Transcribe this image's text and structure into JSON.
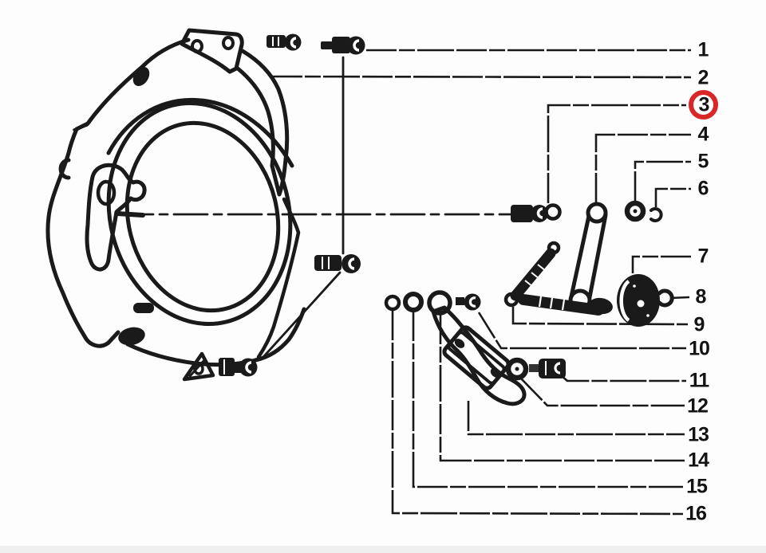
{
  "document": {
    "type": "exploded-parts-diagram",
    "description": "scanned engine side-cover exploded view with numbered callouts"
  },
  "colors": {
    "paper": "#fdfdfd",
    "ink": "#1a1a1a",
    "highlight": "#d92727",
    "footer_strip": "#efefef"
  },
  "highlight": {
    "part_number": "3",
    "shape": "circle",
    "color": "#d92727"
  },
  "callouts": [
    {
      "label": "1"
    },
    {
      "label": "2"
    },
    {
      "label": "3"
    },
    {
      "label": "4"
    },
    {
      "label": "5"
    },
    {
      "label": "6"
    },
    {
      "label": "7"
    },
    {
      "label": "8"
    },
    {
      "label": "9"
    },
    {
      "label": "10"
    },
    {
      "label": "11"
    },
    {
      "label": "12"
    },
    {
      "label": "13"
    },
    {
      "label": "14"
    },
    {
      "label": "15"
    },
    {
      "label": "16"
    }
  ]
}
